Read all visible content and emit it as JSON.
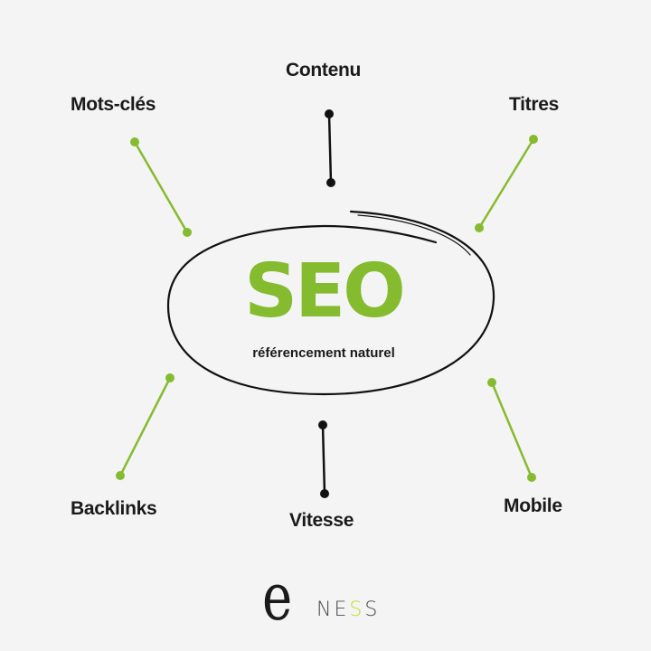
{
  "center": {
    "title": "SEO",
    "subtitle": "référencement naturel"
  },
  "nodes": [
    {
      "label": "Contenu",
      "connector_color": "#111111"
    },
    {
      "label": "Mots-clés",
      "connector_color": "#85bb2f"
    },
    {
      "label": "Titres",
      "connector_color": "#85bb2f"
    },
    {
      "label": "Backlinks",
      "connector_color": "#85bb2f"
    },
    {
      "label": "Vitesse",
      "connector_color": "#111111"
    },
    {
      "label": "Mobile",
      "connector_color": "#85bb2f"
    }
  ],
  "logo": {
    "mark": "e",
    "word_before": "NE",
    "word_accent": "S",
    "word_after": "S"
  },
  "colors": {
    "accent": "#85bb2f",
    "text": "#1a1a1a",
    "background": "#f4f4f4",
    "logo_accent": "#c8dc2a"
  }
}
